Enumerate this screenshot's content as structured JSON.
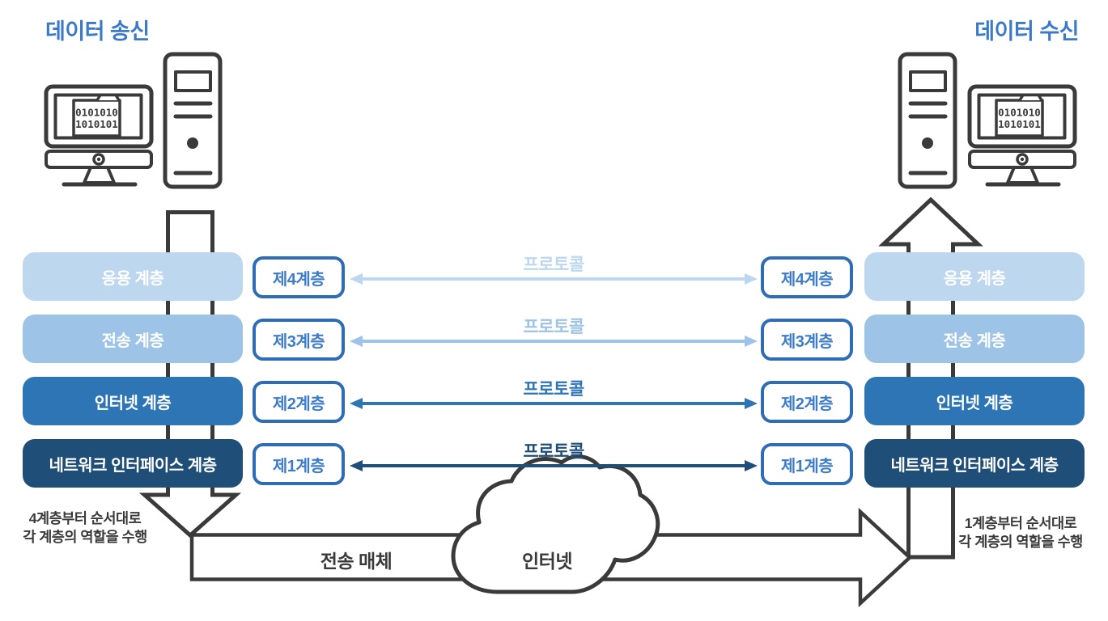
{
  "titles": {
    "sender": "데이터 송신",
    "receiver": "데이터 수신"
  },
  "colors": {
    "layer_application": "#BDD7EE",
    "layer_transport": "#9DC3E6",
    "layer_internet": "#2E75B6",
    "layer_network_interface": "#1F4E79",
    "title_text": "#3B7AC9",
    "tier_box_border": "#2E6DB6",
    "tier_box_text": "#3D7CC9",
    "outline_dark": "#3A3A3A"
  },
  "layers": [
    {
      "name": "응용 계층",
      "tier": "제4계층",
      "protocol": "프로토콜",
      "color": "#BDD7EE"
    },
    {
      "name": "전송 계층",
      "tier": "제3계층",
      "protocol": "프로토콜",
      "color": "#9DC3E6"
    },
    {
      "name": "인터넷 계층",
      "tier": "제2계층",
      "protocol": "프로토콜",
      "color": "#2E75B6"
    },
    {
      "name": "네트워크 인터페이스 계층",
      "tier": "제1계층",
      "protocol": "프로토콜",
      "color": "#1F4E79"
    }
  ],
  "notes": {
    "sender_line1": "4계층부터 순서대로",
    "sender_line2": "각 계층의 역할을 수행",
    "receiver_line1": "1계층부터 순서대로",
    "receiver_line2": "각 계층의 역할을 수행"
  },
  "bottom": {
    "transmission_medium": "전송 매체",
    "cloud": "인터넷"
  },
  "computer": {
    "binary_line1": "0101010",
    "binary_line2": "1010101"
  }
}
